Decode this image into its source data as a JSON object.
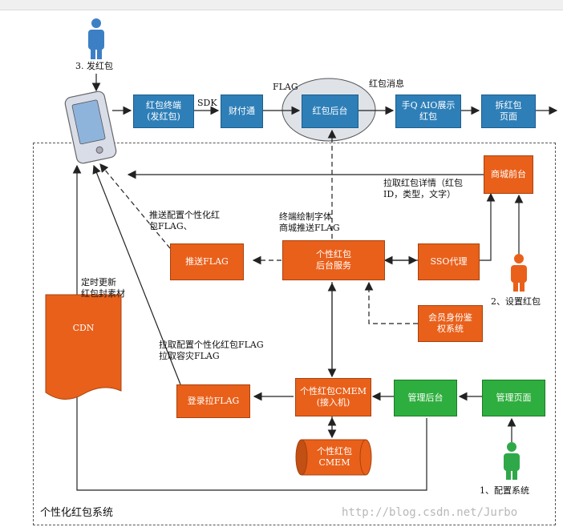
{
  "system": {
    "title": "个性化红包系统"
  },
  "actors": {
    "sender": "3. 发红包",
    "setter": "2、设置红包",
    "config": "1、配置系统"
  },
  "boxes": {
    "client": "红包终端\n(发红包)",
    "caifutong": "财付通",
    "backend": "红包后台",
    "aio": "手Q AIO展示\n红包",
    "open": "拆红包\n页面",
    "mall": "商城前台",
    "sso": "SSO代理",
    "service": "个性红包\n后台服务",
    "push": "推送FLAG",
    "member": "会员身份鉴\n权系统",
    "cdn": "CDN",
    "login": "登录拉FLAG",
    "cmem_access": "个性红包CMEM\n(接入机)",
    "mgmt_backend": "管理后台",
    "mgmt_page": "管理页面",
    "cmem": "个性红包\nCMEM"
  },
  "labels": {
    "sdk": "SDK",
    "flag": "FLAG",
    "hongbao_msg": "红包消息",
    "pull_details": "拉取红包详情（红包\nID，类型，文字）",
    "push_config": "推送配置个性化红\n包FLAG、",
    "term_draw": "终端绘制字体\n商城推送FLAG",
    "timed_update": "定时更新\n红包封素材",
    "pull_config": "拉取配置个性化红包FLAG\n拉取容灾FLAG"
  },
  "watermark": "http://blog.csdn.net/Jurbo",
  "colors": {
    "blue": "#2e7fb8",
    "orange": "#e9601a",
    "green": "#2eae3e",
    "actor_blue": "#3d7fc4",
    "actor_orange": "#e9601a",
    "actor_green": "#2fa84a"
  }
}
